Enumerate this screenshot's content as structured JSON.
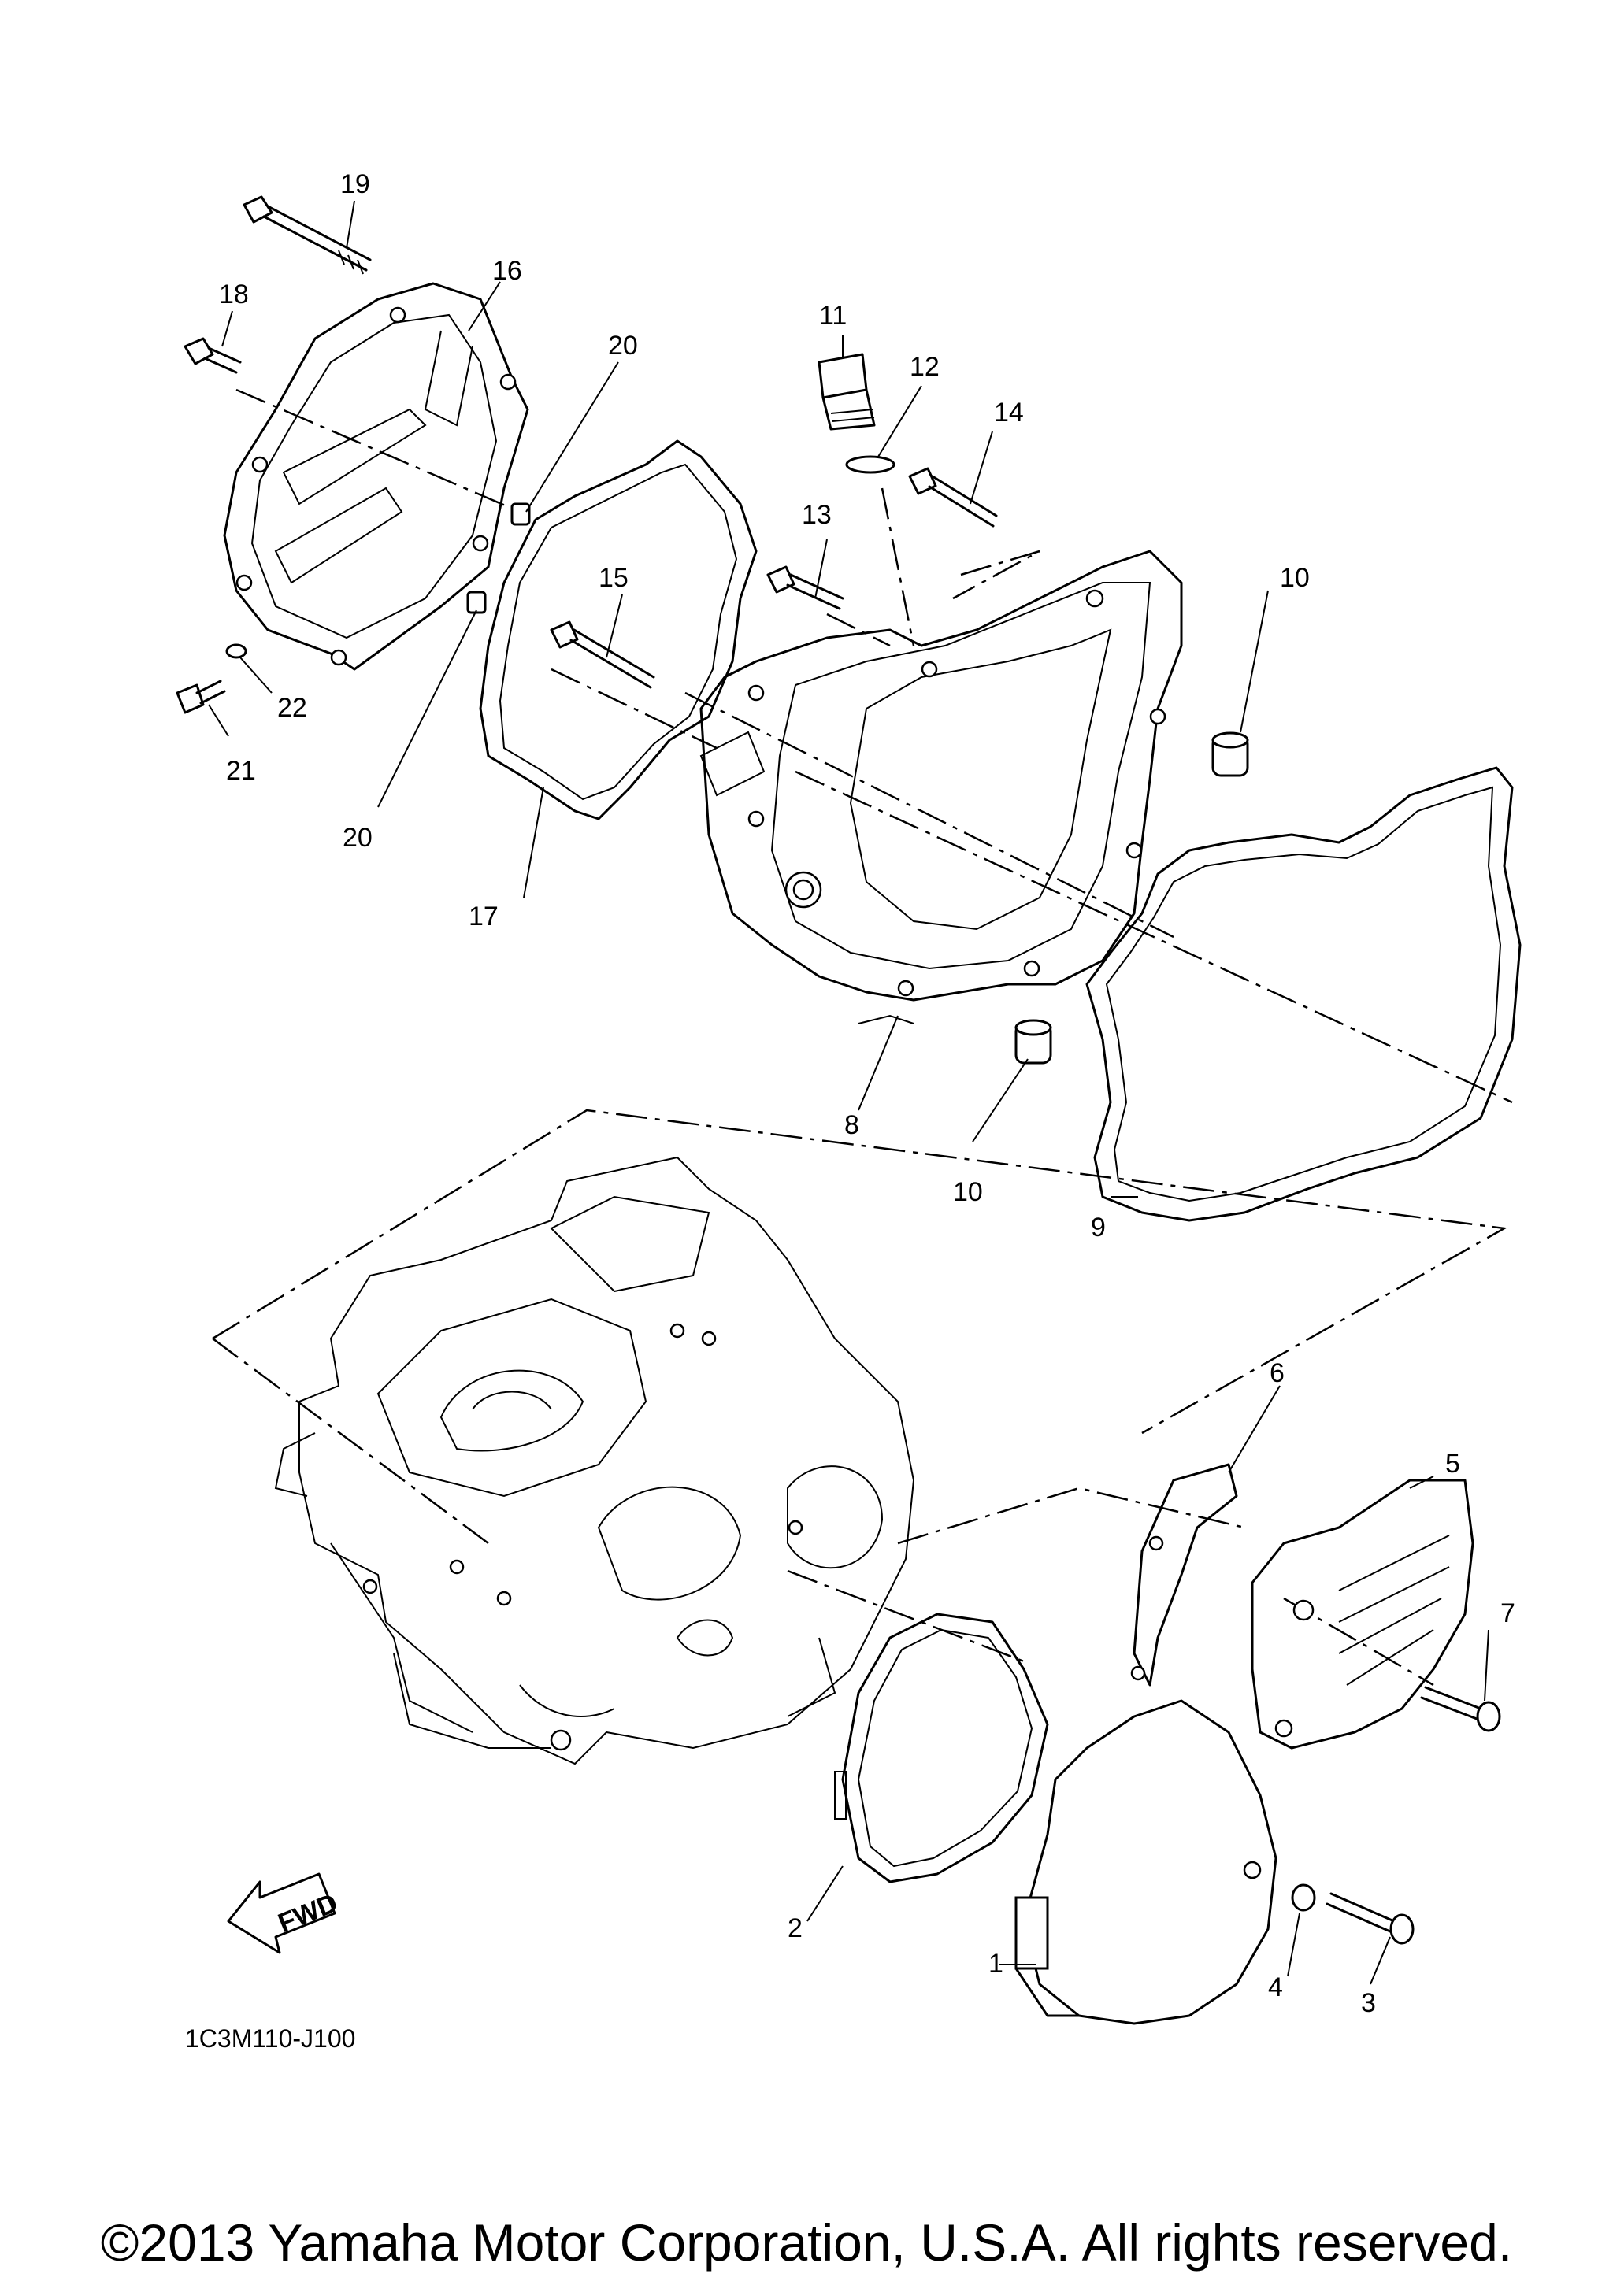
{
  "parts": [
    {
      "id": "1",
      "label": "1"
    },
    {
      "id": "2",
      "label": "2"
    },
    {
      "id": "3",
      "label": "3"
    },
    {
      "id": "4",
      "label": "4"
    },
    {
      "id": "5",
      "label": "5"
    },
    {
      "id": "6",
      "label": "6"
    },
    {
      "id": "7",
      "label": "7"
    },
    {
      "id": "8",
      "label": "8"
    },
    {
      "id": "9",
      "label": "9"
    },
    {
      "id": "10a",
      "label": "10"
    },
    {
      "id": "10b",
      "label": "10"
    },
    {
      "id": "11",
      "label": "11"
    },
    {
      "id": "12",
      "label": "12"
    },
    {
      "id": "13",
      "label": "13"
    },
    {
      "id": "14",
      "label": "14"
    },
    {
      "id": "15",
      "label": "15"
    },
    {
      "id": "16",
      "label": "16"
    },
    {
      "id": "17",
      "label": "17"
    },
    {
      "id": "18",
      "label": "18"
    },
    {
      "id": "19",
      "label": "19"
    },
    {
      "id": "20a",
      "label": "20"
    },
    {
      "id": "20b",
      "label": "20"
    },
    {
      "id": "21",
      "label": "21"
    },
    {
      "id": "22",
      "label": "22"
    }
  ],
  "fwd_label": "FWD",
  "diagram_code": "1C3M110-J100",
  "copyright": "©2013 Yamaha Motor Corporation, U.S.A. All rights reserved."
}
